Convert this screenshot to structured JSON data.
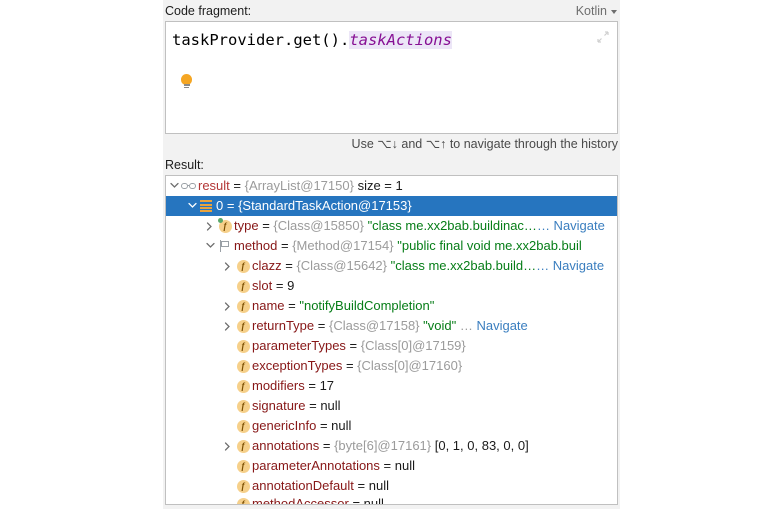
{
  "dialog": {
    "code_fragment_label": "Code fragment:",
    "language": "Kotlin",
    "language_caret": "caret-down-icon",
    "code": {
      "prefix": "taskProvider.get().",
      "selected_property": "taskActions"
    },
    "inspection_hint_icon": "lightbulb-icon",
    "expand_icon": "expand-collapse-icon",
    "history_hint": "Use ⌥↓ and ⌥↑ to navigate through the history",
    "result_label": "Result:"
  },
  "tree": {
    "rows": [
      {
        "name": "result",
        "indent": 0,
        "twisty": "expanded",
        "icon": "glasses-icon",
        "eq": " = ",
        "ref": "{ArrayList@17150}",
        "tail": "  size = 1",
        "selected": false
      },
      {
        "name": "0",
        "indent": 1,
        "twisty": "expanded",
        "icon": "array-icon",
        "eq": " = ",
        "ref": "{StandardTaskAction@17153}",
        "tail": "",
        "selected": true
      },
      {
        "name": "type",
        "indent": 2,
        "twisty": "collapsed",
        "icon": "field-static-icon",
        "eq": " = ",
        "ref": "{Class@15850}",
        "string": "\"class me.xx2bab.buildinac…",
        "navigate": "Navigate",
        "selected": false
      },
      {
        "name": "method",
        "indent": 2,
        "twisty": "expanded",
        "icon": "flag-icon",
        "eq": " = ",
        "ref": "{Method@17154}",
        "string": "\"public final void me.xx2bab.buil",
        "selected": false
      },
      {
        "name": "clazz",
        "indent": 3,
        "twisty": "collapsed",
        "icon": "field-icon",
        "eq": " = ",
        "ref": "{Class@15642}",
        "string": "\"class me.xx2bab.build…",
        "navigate": "Navigate",
        "selected": false
      },
      {
        "name": "slot",
        "indent": 3,
        "twisty": "none",
        "icon": "field-icon",
        "eq": " = ",
        "value": "9",
        "selected": false
      },
      {
        "name": "name",
        "indent": 3,
        "twisty": "collapsed",
        "icon": "field-icon",
        "eq": " = ",
        "string": "\"notifyBuildCompletion\"",
        "selected": false
      },
      {
        "name": "returnType",
        "indent": 3,
        "twisty": "collapsed",
        "icon": "field-icon",
        "eq": " = ",
        "ref": "{Class@17158}",
        "string": "\"void\"",
        "ellipsis": " … ",
        "navigate": "Navigate",
        "selected": false
      },
      {
        "name": "parameterTypes",
        "indent": 3,
        "twisty": "none",
        "icon": "field-icon",
        "eq": " = ",
        "ref": "{Class[0]@17159}",
        "selected": false
      },
      {
        "name": "exceptionTypes",
        "indent": 3,
        "twisty": "none",
        "icon": "field-icon",
        "eq": " = ",
        "ref": "{Class[0]@17160}",
        "selected": false
      },
      {
        "name": "modifiers",
        "indent": 3,
        "twisty": "none",
        "icon": "field-icon",
        "eq": " = ",
        "value": "17",
        "selected": false
      },
      {
        "name": "signature",
        "indent": 3,
        "twisty": "none",
        "icon": "field-icon",
        "eq": " = ",
        "value": "null",
        "selected": false
      },
      {
        "name": "genericInfo",
        "indent": 3,
        "twisty": "none",
        "icon": "field-icon",
        "eq": " = ",
        "value": "null",
        "selected": false
      },
      {
        "name": "annotations",
        "indent": 3,
        "twisty": "collapsed",
        "icon": "field-icon",
        "eq": " = ",
        "ref": "{byte[6]@17161}",
        "tail": " [0, 1, 0, 83, 0, 0]",
        "selected": false
      },
      {
        "name": "parameterAnnotations",
        "indent": 3,
        "twisty": "none",
        "icon": "field-icon",
        "eq": " = ",
        "value": "null",
        "selected": false
      },
      {
        "name": "annotationDefault",
        "indent": 3,
        "twisty": "none",
        "icon": "field-icon",
        "eq": " = ",
        "value": "null",
        "selected": false
      },
      {
        "name": "methodAccessor",
        "indent": 3,
        "twisty": "none",
        "icon": "field-icon",
        "eq": " = ",
        "value": "null",
        "selected": false,
        "clipped": true
      }
    ]
  },
  "colors": {
    "selection_blue": "#2675bf",
    "field_name_red": "#871717",
    "string_green": "#067d17",
    "reference_gray": "#9b9b9b",
    "navigate_blue": "#3a7ebf",
    "property_purple": "#871094",
    "bulb_orange": "#f5a623"
  }
}
